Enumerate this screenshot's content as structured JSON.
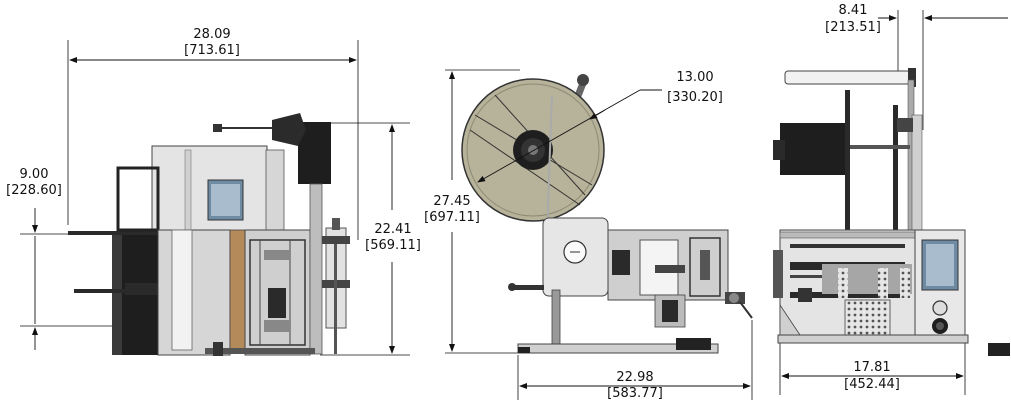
{
  "dimensions": {
    "left_width": {
      "inch": "28.09",
      "mm": "[713.61]"
    },
    "left_offset": {
      "inch": "9.00",
      "mm": "[228.60]"
    },
    "left_height": {
      "inch": "22.41",
      "mm": "[569.11]"
    },
    "center_height": {
      "inch": "27.45",
      "mm": "[697.11]"
    },
    "roll_diameter": {
      "inch": "13.00",
      "mm": "[330.20]"
    },
    "center_width": {
      "inch": "22.98",
      "mm": "[583.77]"
    },
    "right_offset": {
      "inch": "8.41",
      "mm": "[213.51]"
    },
    "right_width": {
      "inch": "17.81",
      "mm": "[452.44]"
    }
  },
  "colors": {
    "line": "#111111",
    "frame_gray": "#c9c9c9",
    "frame_light": "#e4e4e4",
    "dark": "#1e1e1e",
    "roll": "#b7b39a",
    "screen": "#6f8aa3"
  }
}
